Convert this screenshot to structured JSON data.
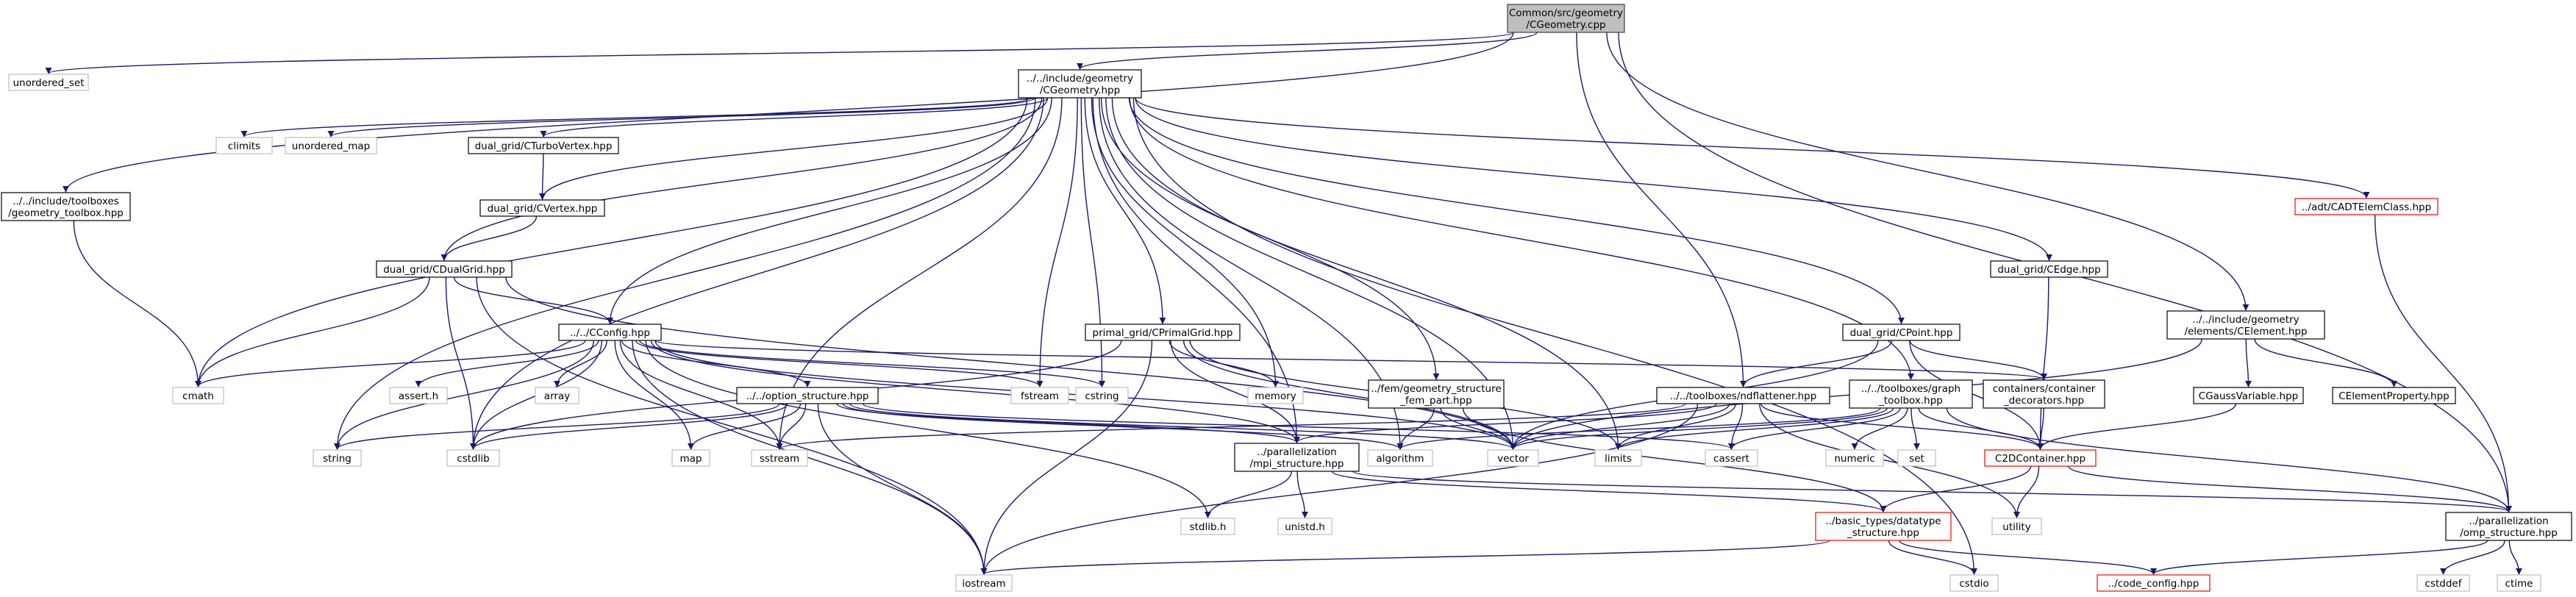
{
  "nodes": {
    "root": {
      "lines": [
        "Common/src/geometry",
        "/CGeometry.cpp"
      ],
      "style": "root"
    },
    "unordered_set": {
      "lines": [
        "unordered_set"
      ],
      "style": "gray"
    },
    "cgeometry_hpp": {
      "lines": [
        "../../include/geometry",
        "/CGeometry.hpp"
      ],
      "style": "black"
    },
    "geometry_toolbox": {
      "lines": [
        "../../include/toolboxes",
        "/geometry_toolbox.hpp"
      ],
      "style": "black"
    },
    "climits": {
      "lines": [
        "climits"
      ],
      "style": "gray"
    },
    "unordered_map": {
      "lines": [
        "unordered_map"
      ],
      "style": "gray"
    },
    "cturbovertex": {
      "lines": [
        "dual_grid/CTurboVertex.hpp"
      ],
      "style": "black"
    },
    "cvertex": {
      "lines": [
        "dual_grid/CVertex.hpp"
      ],
      "style": "black"
    },
    "cdualgrid": {
      "lines": [
        "dual_grid/CDualGrid.hpp"
      ],
      "style": "black"
    },
    "cconfig": {
      "lines": [
        "../../CConfig.hpp"
      ],
      "style": "black"
    },
    "cadtelem": {
      "lines": [
        "../adt/CADTElemClass.hpp"
      ],
      "style": "red"
    },
    "cedge": {
      "lines": [
        "dual_grid/CEdge.hpp"
      ],
      "style": "black"
    },
    "celement": {
      "lines": [
        "../../include/geometry",
        "/elements/CElement.hpp"
      ],
      "style": "black"
    },
    "cprimalgrid": {
      "lines": [
        "primal_grid/CPrimalGrid.hpp"
      ],
      "style": "black"
    },
    "cpoint": {
      "lines": [
        "dual_grid/CPoint.hpp"
      ],
      "style": "black"
    },
    "fem_geom": {
      "lines": [
        "../fem/geometry_structure",
        "_fem_part.hpp"
      ],
      "style": "black"
    },
    "ndflattener": {
      "lines": [
        "../../toolboxes/ndflattener.hpp"
      ],
      "style": "black"
    },
    "graph_toolbox": {
      "lines": [
        "../../toolboxes/graph",
        "_toolbox.hpp"
      ],
      "style": "black"
    },
    "cont_decor": {
      "lines": [
        "containers/container",
        "_decorators.hpp"
      ],
      "style": "black"
    },
    "cgaussvar": {
      "lines": [
        "CGaussVariable.hpp"
      ],
      "style": "black"
    },
    "celemprop": {
      "lines": [
        "CElementProperty.hpp"
      ],
      "style": "black"
    },
    "option_structure": {
      "lines": [
        "../../option_structure.hpp"
      ],
      "style": "black"
    },
    "cmath": {
      "lines": [
        "cmath"
      ],
      "style": "gray"
    },
    "asserth": {
      "lines": [
        "assert.h"
      ],
      "style": "gray"
    },
    "array": {
      "lines": [
        "array"
      ],
      "style": "gray"
    },
    "fstream": {
      "lines": [
        "fstream"
      ],
      "style": "gray"
    },
    "cstring": {
      "lines": [
        "cstring"
      ],
      "style": "gray"
    },
    "memory": {
      "lines": [
        "memory"
      ],
      "style": "gray"
    },
    "string": {
      "lines": [
        "string"
      ],
      "style": "gray"
    },
    "cstdlib": {
      "lines": [
        "cstdlib"
      ],
      "style": "gray"
    },
    "map": {
      "lines": [
        "map"
      ],
      "style": "gray"
    },
    "sstream": {
      "lines": [
        "sstream"
      ],
      "style": "gray"
    },
    "mpi_structure": {
      "lines": [
        "../parallelization",
        "/mpi_structure.hpp"
      ],
      "style": "black"
    },
    "algorithm": {
      "lines": [
        "algorithm"
      ],
      "style": "gray"
    },
    "vector": {
      "lines": [
        "vector"
      ],
      "style": "gray"
    },
    "limits": {
      "lines": [
        "limits"
      ],
      "style": "gray"
    },
    "cassert": {
      "lines": [
        "cassert"
      ],
      "style": "gray"
    },
    "numeric": {
      "lines": [
        "numeric"
      ],
      "style": "gray"
    },
    "set": {
      "lines": [
        "set"
      ],
      "style": "gray"
    },
    "c2dcontainer": {
      "lines": [
        "C2DContainer.hpp"
      ],
      "style": "red"
    },
    "stdlibh": {
      "lines": [
        "stdlib.h"
      ],
      "style": "gray"
    },
    "unistdh": {
      "lines": [
        "unistd.h"
      ],
      "style": "gray"
    },
    "datatype": {
      "lines": [
        "../basic_types/datatype",
        "_structure.hpp"
      ],
      "style": "red"
    },
    "utility": {
      "lines": [
        "utility"
      ],
      "style": "gray"
    },
    "omp_structure": {
      "lines": [
        "../parallelization",
        "/omp_structure.hpp"
      ],
      "style": "black"
    },
    "iostream": {
      "lines": [
        "iostream"
      ],
      "style": "gray"
    },
    "cstdio": {
      "lines": [
        "cstdio"
      ],
      "style": "gray"
    },
    "code_config": {
      "lines": [
        "../code_config.hpp"
      ],
      "style": "red"
    },
    "cstddef": {
      "lines": [
        "cstddef"
      ],
      "style": "gray"
    },
    "ctime": {
      "lines": [
        "ctime"
      ],
      "style": "gray"
    }
  },
  "edges": [
    [
      "root",
      "unordered_set"
    ],
    [
      "root",
      "cgeometry_hpp"
    ],
    [
      "root",
      "geometry_toolbox"
    ],
    [
      "root",
      "ndflattener"
    ],
    [
      "root",
      "celement"
    ],
    [
      "root",
      "omp_structure"
    ],
    [
      "cgeometry_hpp",
      "climits"
    ],
    [
      "cgeometry_hpp",
      "unordered_map"
    ],
    [
      "cgeometry_hpp",
      "cturbovertex"
    ],
    [
      "cgeometry_hpp",
      "cvertex"
    ],
    [
      "cgeometry_hpp",
      "cdualgrid"
    ],
    [
      "cgeometry_hpp",
      "cconfig"
    ],
    [
      "cgeometry_hpp",
      "cadtelem"
    ],
    [
      "cgeometry_hpp",
      "cedge"
    ],
    [
      "cgeometry_hpp",
      "cprimalgrid"
    ],
    [
      "cgeometry_hpp",
      "cpoint"
    ],
    [
      "cgeometry_hpp",
      "fem_geom"
    ],
    [
      "cgeometry_hpp",
      "graph_toolbox"
    ],
    [
      "cgeometry_hpp",
      "cmath"
    ],
    [
      "cgeometry_hpp",
      "fstream"
    ],
    [
      "cgeometry_hpp",
      "cstring"
    ],
    [
      "cgeometry_hpp",
      "memory"
    ],
    [
      "cgeometry_hpp",
      "string"
    ],
    [
      "cgeometry_hpp",
      "sstream"
    ],
    [
      "cgeometry_hpp",
      "mpi_structure"
    ],
    [
      "cgeometry_hpp",
      "algorithm"
    ],
    [
      "cgeometry_hpp",
      "vector"
    ],
    [
      "cgeometry_hpp",
      "limits"
    ],
    [
      "cgeometry_hpp",
      "cstdio"
    ],
    [
      "cgeometry_hpp",
      "cstdlib"
    ],
    [
      "geometry_toolbox",
      "cmath"
    ],
    [
      "cturbovertex",
      "cvertex"
    ],
    [
      "cvertex",
      "cdualgrid"
    ],
    [
      "cdualgrid",
      "cconfig"
    ],
    [
      "cdualgrid",
      "cmath"
    ],
    [
      "cdualgrid",
      "cstdlib"
    ],
    [
      "cdualgrid",
      "iostream"
    ],
    [
      "cdualgrid",
      "vector"
    ],
    [
      "cconfig",
      "cmath"
    ],
    [
      "cconfig",
      "asserth"
    ],
    [
      "cconfig",
      "array"
    ],
    [
      "cconfig",
      "fstream"
    ],
    [
      "cconfig",
      "cstring"
    ],
    [
      "cconfig",
      "string"
    ],
    [
      "cconfig",
      "cstdlib"
    ],
    [
      "cconfig",
      "map"
    ],
    [
      "cconfig",
      "sstream"
    ],
    [
      "cconfig",
      "option_structure"
    ],
    [
      "cconfig",
      "mpi_structure"
    ],
    [
      "cconfig",
      "cont_decor"
    ],
    [
      "cconfig",
      "iostream"
    ],
    [
      "cconfig",
      "vector"
    ],
    [
      "cconfig",
      "stdlibh"
    ],
    [
      "cadtelem",
      "omp_structure"
    ],
    [
      "cedge",
      "c2dcontainer"
    ],
    [
      "celement",
      "cgaussvar"
    ],
    [
      "celement",
      "celemprop"
    ],
    [
      "celement",
      "vector"
    ],
    [
      "cgaussvar",
      "c2dcontainer"
    ],
    [
      "cprimalgrid",
      "cstdlib"
    ],
    [
      "cprimalgrid",
      "memory"
    ],
    [
      "cprimalgrid",
      "iostream"
    ],
    [
      "cprimalgrid",
      "vector"
    ],
    [
      "cprimalgrid",
      "limits"
    ],
    [
      "cprimalgrid",
      "mpi_structure"
    ],
    [
      "cpoint",
      "cont_decor"
    ],
    [
      "cpoint",
      "c2dcontainer"
    ],
    [
      "cpoint",
      "ndflattener"
    ],
    [
      "cpoint",
      "vector"
    ],
    [
      "fem_geom",
      "vector"
    ],
    [
      "fem_geom",
      "algorithm"
    ],
    [
      "fem_geom",
      "datatype"
    ],
    [
      "ndflattener",
      "cassert"
    ],
    [
      "ndflattener",
      "limits"
    ],
    [
      "ndflattener",
      "sstream"
    ],
    [
      "ndflattener",
      "vector"
    ],
    [
      "ndflattener",
      "mpi_structure"
    ],
    [
      "ndflattener",
      "c2dcontainer"
    ],
    [
      "ndflattener",
      "utility"
    ],
    [
      "ndflattener",
      "iostream"
    ],
    [
      "graph_toolbox",
      "c2dcontainer"
    ],
    [
      "graph_toolbox",
      "algorithm"
    ],
    [
      "graph_toolbox",
      "vector"
    ],
    [
      "graph_toolbox",
      "numeric"
    ],
    [
      "graph_toolbox",
      "set"
    ],
    [
      "graph_toolbox",
      "cassert"
    ],
    [
      "graph_toolbox",
      "limits"
    ],
    [
      "graph_toolbox",
      "omp_structure"
    ],
    [
      "cont_decor",
      "c2dcontainer"
    ],
    [
      "option_structure",
      "string"
    ],
    [
      "option_structure",
      "cstdlib"
    ],
    [
      "option_structure",
      "map"
    ],
    [
      "option_structure",
      "sstream"
    ],
    [
      "option_structure",
      "iostream"
    ],
    [
      "option_structure",
      "vector"
    ],
    [
      "option_structure",
      "algorithm"
    ],
    [
      "option_structure",
      "cassert"
    ],
    [
      "option_structure",
      "mpi_structure"
    ],
    [
      "mpi_structure",
      "stdlibh"
    ],
    [
      "mpi_structure",
      "unistdh"
    ],
    [
      "mpi_structure",
      "datatype"
    ],
    [
      "mpi_structure",
      "omp_structure"
    ],
    [
      "c2dcontainer",
      "datatype"
    ],
    [
      "c2dcontainer",
      "utility"
    ],
    [
      "c2dcontainer",
      "omp_structure"
    ],
    [
      "datatype",
      "iostream"
    ],
    [
      "datatype",
      "cstdio"
    ],
    [
      "datatype",
      "code_config"
    ],
    [
      "omp_structure",
      "code_config"
    ],
    [
      "omp_structure",
      "cstddef"
    ],
    [
      "omp_structure",
      "ctime"
    ]
  ]
}
